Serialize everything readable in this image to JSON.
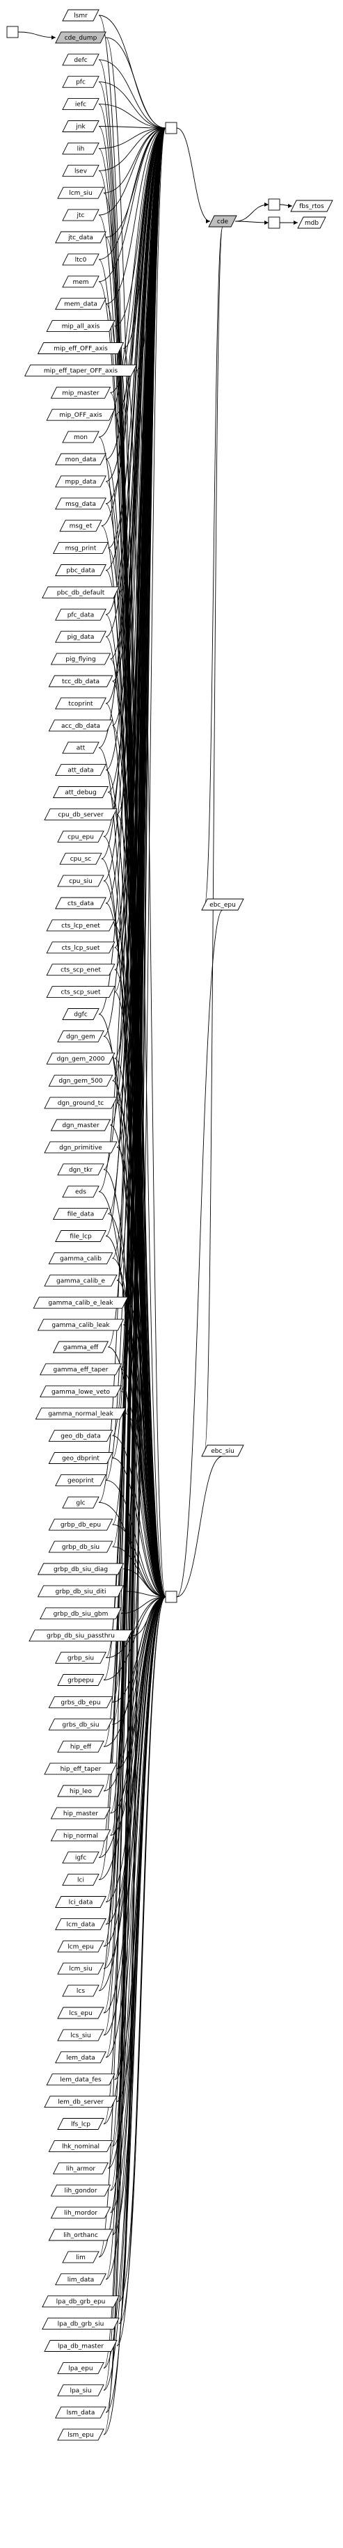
{
  "root_node": "",
  "first_node": "cde_dump",
  "group_a_labels": [
    "lsmr",
    "cde_dump",
    "defc",
    "pfc",
    "iefc",
    "jnk",
    "lih",
    "lsev",
    "lcm_siu",
    "jtc",
    "jtc_data",
    "ltc0",
    "mem",
    "mem_data",
    "mip_all_axis",
    "mip_eff_OFF_axis",
    "mip_eff_taper_OFF_axis",
    "mip_master",
    "mip_OFF_axis",
    "mon",
    "mon_data",
    "mpp_data",
    "msg_data",
    "msg_et",
    "msg_print",
    "pbc_data",
    "pbc_db_default",
    "pfc_data",
    "pig_data",
    "pig_flying",
    "tcc_db_data",
    "tcoprint",
    "acc_db_data",
    "att",
    "att_data",
    "att_debug",
    "cpu_db_server",
    "cpu_epu",
    "cpu_sc",
    "cpu_siu",
    "cts_data",
    "cts_lcp_enet",
    "cts_lcp_suet",
    "cts_scp_enet",
    "cts_scp_suet",
    "dgfc",
    "dgn_gem",
    "dgn_gem_2000",
    "dgn_gem_500",
    "dgn_ground_tc",
    "dgn_master",
    "dgn_primitive",
    "dgn_tkr",
    "eds",
    "file_data",
    "file_lcp",
    "gamma_calib",
    "gamma_calib_e",
    "gamma_calib_e_leak",
    "gamma_calib_leak",
    "gamma_eff",
    "gamma_eff_taper",
    "gamma_lowe_veto",
    "gamma_normal_leak",
    "geo_db_data",
    "geo_dbprint",
    "geoprint",
    "glc",
    "grbp_db_epu",
    "grbp_db_siu",
    "grbp_db_siu_diag",
    "grbp_db_siu_diti",
    "grbp_db_siu_gbm",
    "grbp_db_siu_passthru",
    "grbp_siu",
    "grbpepu",
    "grbs_db_epu",
    "grbs_db_siu",
    "hip_eff",
    "hip_eff_taper",
    "hip_leo",
    "hip_master",
    "hip_normal",
    "igfc",
    "lci",
    "lci_data",
    "lcm_data",
    "lcm_epu",
    "lcm_siu",
    "lcs",
    "lcs_epu",
    "lcs_siu",
    "lem_data",
    "lem_data_fes",
    "lem_db_server",
    "lfs_lcp",
    "lhk_nominal",
    "lih_armor",
    "lih_gondor",
    "lih_mordor",
    "lih_orthanc",
    "lim",
    "lim_data",
    "lpa_db_grb_epu",
    "lpa_db_grb_siu",
    "lpa_db_master",
    "lpa_epu",
    "lpa_siu",
    "lsm_data",
    "lsm_epu"
  ],
  "hub_top_label": "",
  "hub_bottom_label": "",
  "main_node": "cde",
  "ebc_labels": [
    "ebc_epu",
    "ebc_siu"
  ],
  "small_box_label": "",
  "right_labels": [
    "fbs_rtos",
    "mdb"
  ]
}
